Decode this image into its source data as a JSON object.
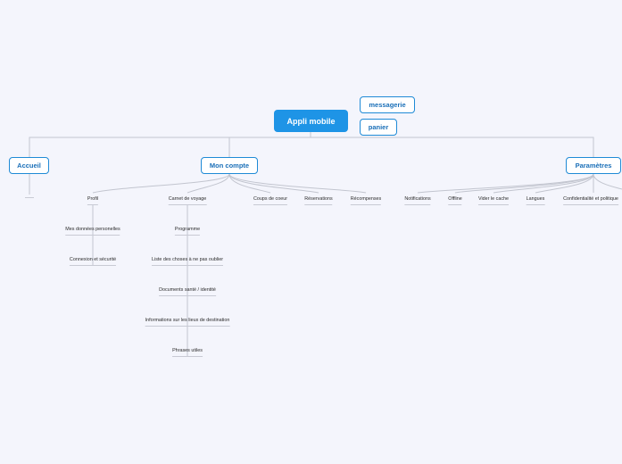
{
  "map": {
    "root": "Appli mobile",
    "floating": [
      "messagerie",
      "panier"
    ],
    "accueil": {
      "label": "Accueil"
    },
    "mon_compte": {
      "label": "Mon compte",
      "profil": {
        "label": "Profil",
        "children": [
          "Mes données personelles",
          "Connexion et sécurité"
        ]
      },
      "carnet": {
        "label": "Carnet de voyage",
        "children": [
          "Programme",
          "Liste des choses à ne pas oublier",
          "Documents santé / identité",
          "Informations sur les lieux de destination",
          "Phrases utiles"
        ]
      },
      "others": [
        "Coups de coeur",
        "Réservations",
        "Récompenses"
      ]
    },
    "parametres": {
      "label": "Paramètres",
      "children": [
        "Notifications",
        "Offline",
        "Vider le cache",
        "Langues",
        "Confidentialité et politique"
      ]
    }
  },
  "colors": {
    "accent": "#1e94e6",
    "border": "#1f8ad6",
    "main_text": "#1a6fb8",
    "line": "#c8cad4",
    "background": "#f4f5fc"
  }
}
